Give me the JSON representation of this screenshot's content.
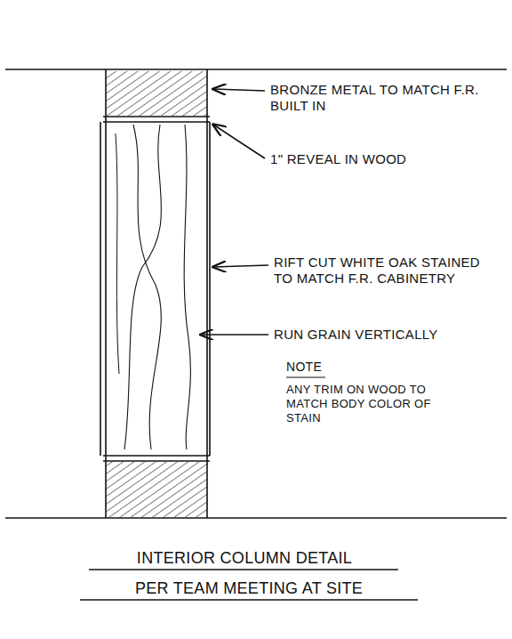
{
  "diagram": {
    "title": "INTERIOR COLUMN DETAIL",
    "caption": "PER TEAM MEETING AT SITE",
    "labels": [
      "BRONZE METAL TO MATCH F.R. BUILT IN",
      "1\" REVEAL IN WOOD",
      "RIFT CUT WHITE OAK STAINED TO MATCH F.R. CABINETRY",
      "RUN GRAIN VERTICALLY",
      "NOTE",
      "ANY TRIM ON WOOD TO MATCH BODY COLOR OF STAIN"
    ]
  }
}
